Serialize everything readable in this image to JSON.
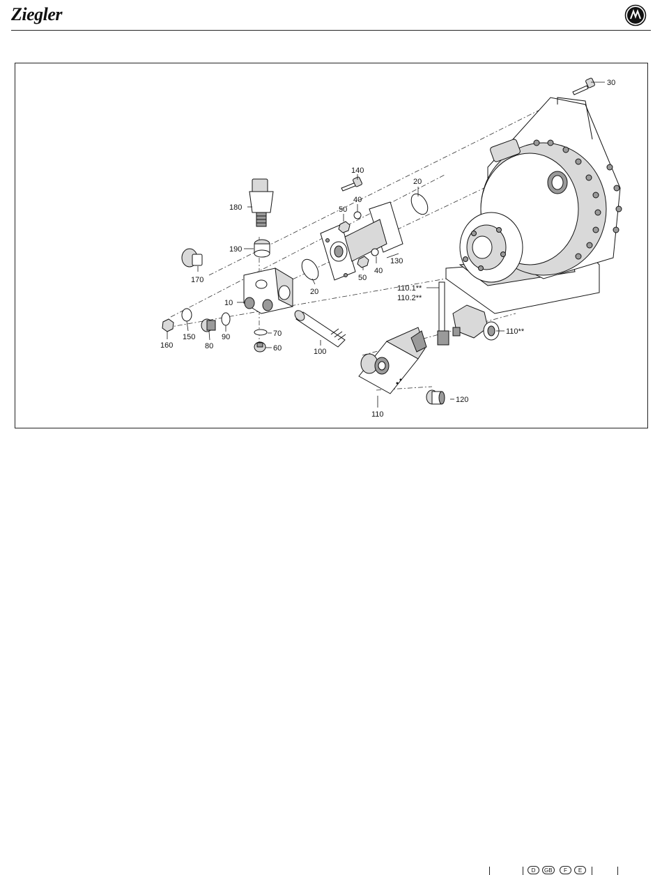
{
  "header": {
    "brand": "Ziegler",
    "emblem_icon": "ziegler-emblem-icon"
  },
  "diagram": {
    "callouts": [
      {
        "id": "c30",
        "label": "30"
      },
      {
        "id": "c140",
        "label": "140"
      },
      {
        "id": "c20a",
        "label": "20"
      },
      {
        "id": "c40a",
        "label": "40"
      },
      {
        "id": "c50a",
        "label": "50"
      },
      {
        "id": "c180",
        "label": "180"
      },
      {
        "id": "c190",
        "label": "190"
      },
      {
        "id": "c170",
        "label": "170"
      },
      {
        "id": "c10",
        "label": "10"
      },
      {
        "id": "c20b",
        "label": "20"
      },
      {
        "id": "c50b",
        "label": "50"
      },
      {
        "id": "c40b",
        "label": "40"
      },
      {
        "id": "c130",
        "label": "130"
      },
      {
        "id": "c1101",
        "label": "110.1**"
      },
      {
        "id": "c1102",
        "label": "110.2**"
      },
      {
        "id": "c110r",
        "label": "110**"
      },
      {
        "id": "c70",
        "label": "70"
      },
      {
        "id": "c60",
        "label": "60"
      },
      {
        "id": "c160",
        "label": "160"
      },
      {
        "id": "c150",
        "label": "150"
      },
      {
        "id": "c80",
        "label": "80"
      },
      {
        "id": "c90",
        "label": "90"
      },
      {
        "id": "c100",
        "label": "100"
      },
      {
        "id": "c110b",
        "label": "110"
      },
      {
        "id": "c120",
        "label": "120"
      }
    ]
  },
  "footer": {
    "languages": [
      "D",
      "GB",
      "F",
      "E"
    ]
  }
}
